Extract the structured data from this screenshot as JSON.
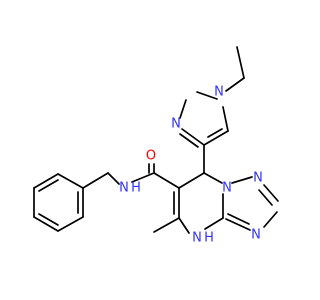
{
  "diagram": {
    "type": "chemical-structure",
    "colors": {
      "bond": "#000000",
      "carbon_label": "#000000",
      "nitrogen": "#3333ff",
      "oxygen": "#ff0000",
      "background": "#ffffff"
    },
    "labels": {
      "n_pyrazole_1": "N",
      "n_pyrazole_2": "N",
      "oxygen_carbonyl": "O",
      "nh_amide": "N",
      "h_amide": "H",
      "n_triazole_1": "N",
      "n_triazole_2": "N",
      "n_triazole_3": "N",
      "nh_ring": "N",
      "h_ring": "H"
    }
  }
}
